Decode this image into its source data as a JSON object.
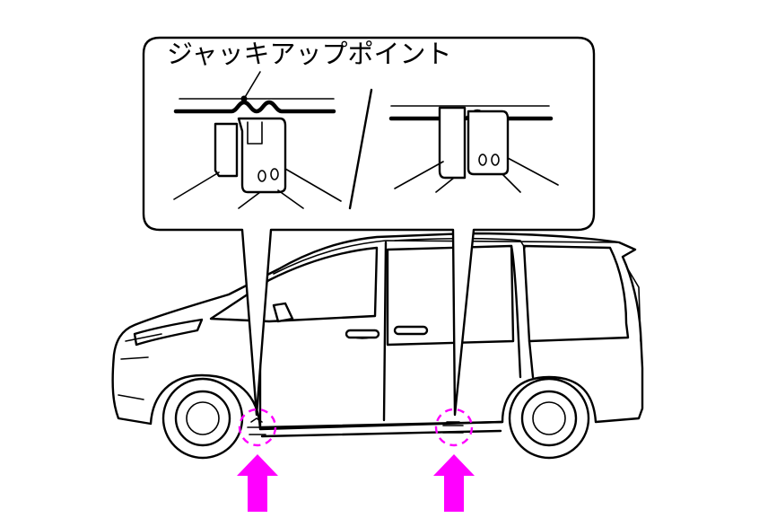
{
  "figure": {
    "callout_label": "ジャッキアップポイント",
    "highlight_color": "#ff00ff",
    "line_color": "#000000",
    "background_color": "#ffffff",
    "icons": [
      "van-side-view",
      "jack-point-bracket-front",
      "jack-point-bracket-rear",
      "up-arrow-front",
      "up-arrow-rear",
      "dashed-circle-front",
      "dashed-circle-rear"
    ]
  }
}
